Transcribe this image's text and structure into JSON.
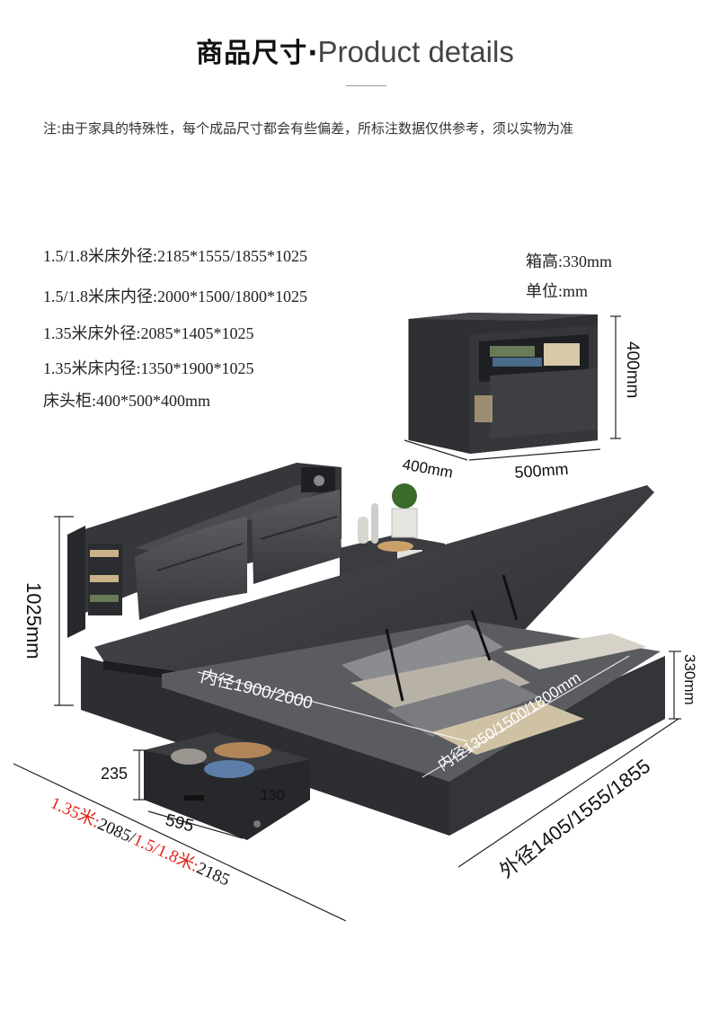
{
  "header": {
    "title_cn": "商品尺寸",
    "title_sep": "·",
    "title_en": "Product details"
  },
  "note": "注:由于家具的特殊性，每个成品尺寸都会有些偏差，所标注数据仅供参考，须以实物为准",
  "specs": [
    "1.5/1.8米床外径:2185*1555/1855*1025",
    "1.5/1.8米床内径:2000*1500/1800*1025",
    "1.35米床外径:2085*1405*1025",
    "1.35米床内径:1350*1900*1025",
    "床头柜:400*500*400mm"
  ],
  "cabinet": {
    "box_height": "箱高:330mm",
    "unit": "单位:mm",
    "height": "400mm",
    "depth": "400mm",
    "width": "500mm"
  },
  "bed": {
    "height": "1025mm",
    "box_height": "330mm",
    "inner_length": "内径1900/2000",
    "inner_width": "内径1350/1500/1800mm",
    "outer_width": "外径1405/1555/1855",
    "drawer_height": "235",
    "drawer_width": "595",
    "drawer_inner": "130",
    "outer_length_a_label": "1.35米:",
    "outer_length_a_value": "2085/",
    "outer_length_b_label": "1.5/1.8米:",
    "outer_length_b_value": "2185"
  },
  "colors": {
    "highlight": "#e0231b",
    "furniture": "#3a3c40",
    "furniture_dark": "#26282b",
    "cushion": "#4a4c50"
  }
}
